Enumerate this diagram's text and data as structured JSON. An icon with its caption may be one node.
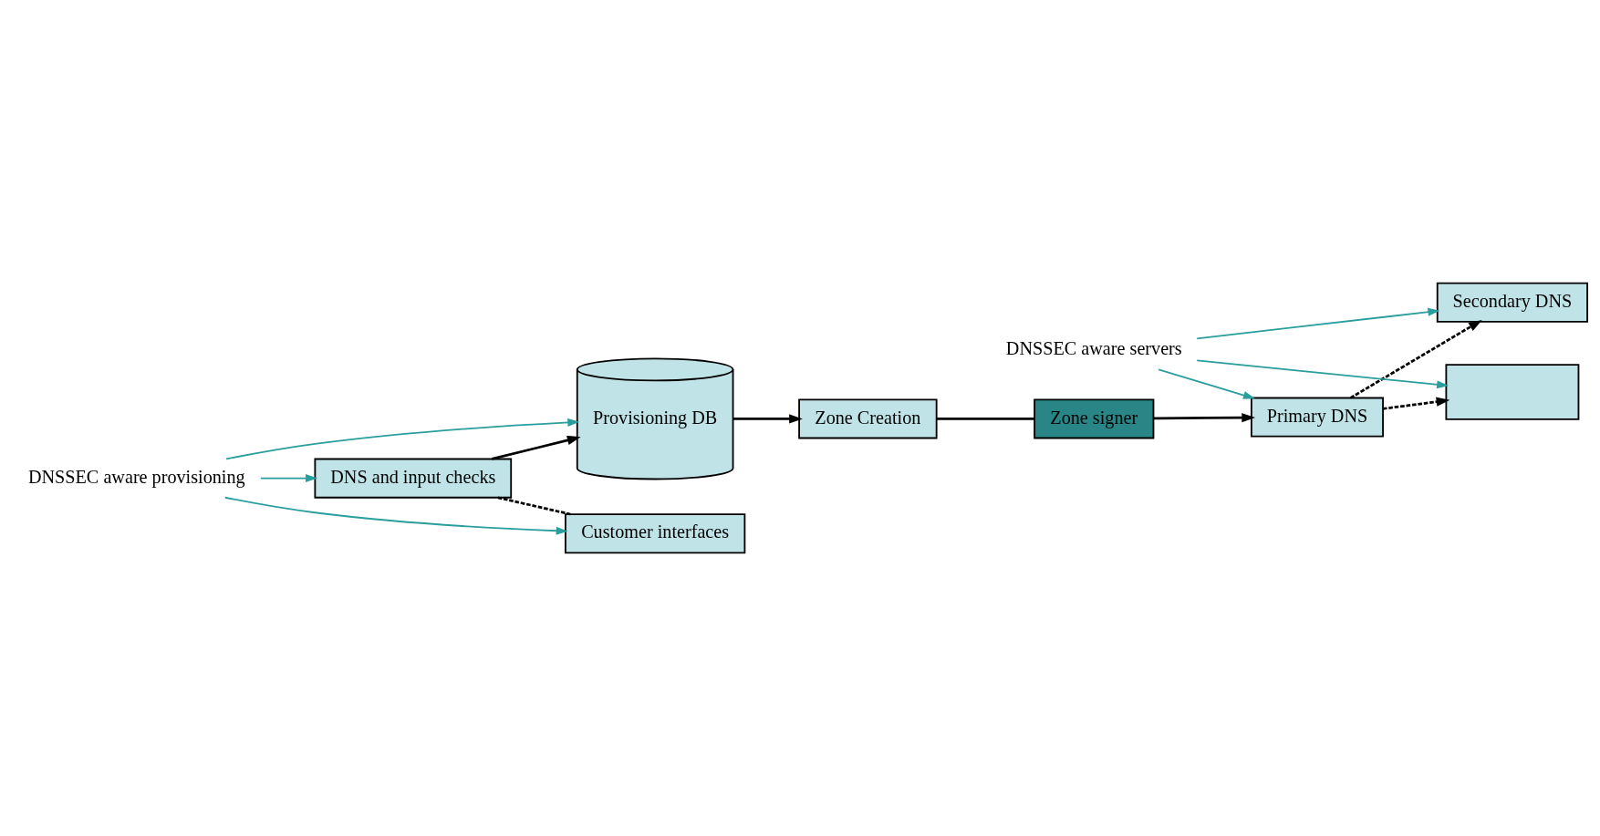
{
  "diagram": {
    "nodes": [
      {
        "text": [
          "Zone Creation"
        ]
      },
      {
        "text": [
          "Zone signer"
        ]
      },
      {
        "text": [
          "Primary DNS"
        ]
      },
      {
        "text": [],
        "shape": "box"
      },
      {
        "text": [
          "Secondary DNS"
        ]
      },
      {
        "text": [
          "Provisioning DB"
        ]
      },
      {
        "text": [
          "DNS and input checks"
        ]
      },
      {
        "text": [
          "Customer interfaces"
        ]
      },
      {
        "text": [
          "DNSSEC aware servers"
        ]
      },
      {
        "text": [
          "DNSSEC aware provisioning"
        ]
      }
    ],
    "edges": [
      {
        "from": 0,
        "to": 1,
        "arrow": "none"
      },
      {
        "from": 1,
        "to": 2,
        "arrow": "to"
      },
      {
        "from": 5,
        "to": 0,
        "arrow": "to"
      },
      {
        "from": 2,
        "to": 4,
        "arrow": "to",
        "style": "dashed"
      },
      {
        "from": 2,
        "to": 3,
        "arrow": "to",
        "style": "dashed"
      },
      {
        "from": 8,
        "to": 2,
        "arrow": "to",
        "color": "#2a9d9d"
      },
      {
        "from": 8,
        "to": 3,
        "arrow": "to",
        "color": "#2a9d9d"
      },
      {
        "from": 8,
        "to": 4,
        "arrow": "to",
        "color": "#2a9d9d"
      },
      {
        "from": 6,
        "to": 5,
        "arrow": "to"
      },
      {
        "from": 6,
        "to": 7,
        "arrow": "none",
        "style": "dashed"
      },
      {
        "from": 9,
        "to": 5,
        "arrow": "to",
        "color": "#2a9d9d"
      },
      {
        "from": 9,
        "to": 6,
        "arrow": "to",
        "color": "#2a9d9d"
      },
      {
        "from": 9,
        "to": 7,
        "arrow": "to",
        "color": "#2a9d9d"
      }
    ]
  }
}
